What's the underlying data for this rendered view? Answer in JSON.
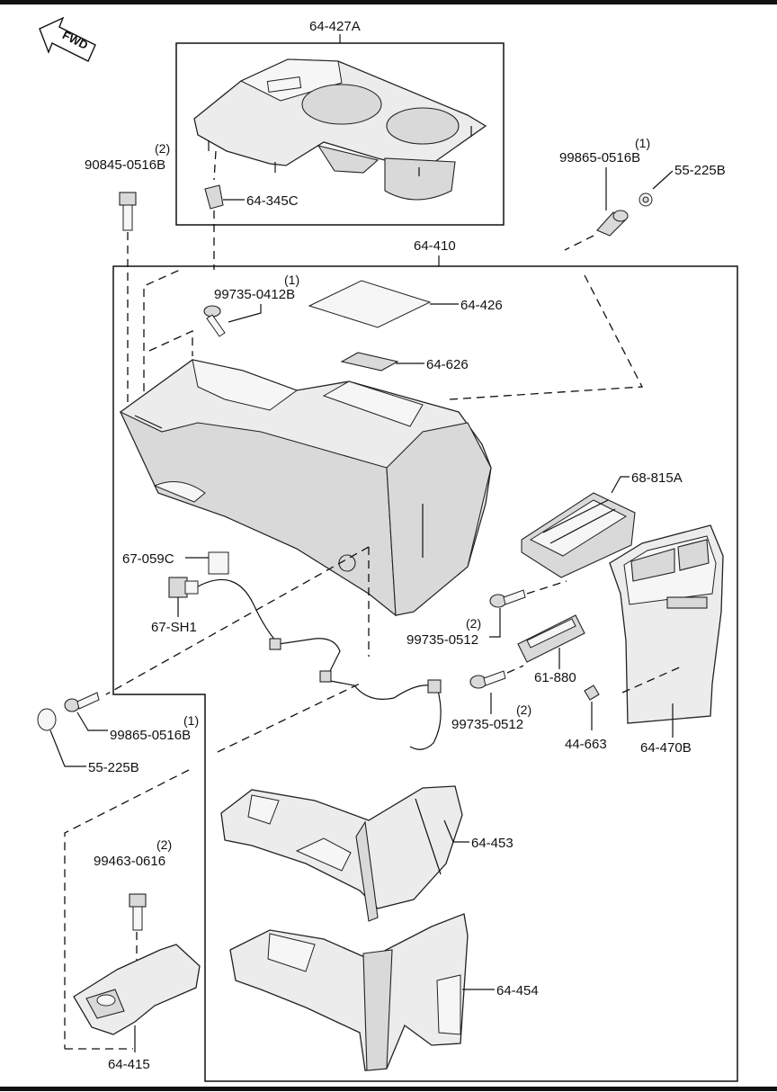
{
  "orientation": {
    "label": "FWD",
    "icon": "forward-arrow-icon"
  },
  "parts": {
    "p64_427A": "64-427A",
    "p64_345C": "64-345C",
    "p90845": "90845-0516B",
    "p90845_qty": "(2)",
    "p99865_top": "99865-0516B",
    "p99865_top_qty": "(1)",
    "p55_225B_top": "55-225B",
    "p64_410": "64-410",
    "p99735_0412B": "99735-0412B",
    "p99735_0412B_qty": "(1)",
    "p64_426": "64-426",
    "p64_626": "64-626",
    "p68_815A": "68-815A",
    "p67_059C": "67-059C",
    "p67_SH1": "67-SH1",
    "p99735_0512_a": "99735-0512",
    "p99735_0512_a_qty": "(2)",
    "p61_880": "61-880",
    "p99735_0512_b": "99735-0512",
    "p99735_0512_b_qty": "(2)",
    "p44_663": "44-663",
    "p64_470B": "64-470B",
    "p99865_left": "99865-0516B",
    "p99865_left_qty": "(1)",
    "p55_225B_left": "55-225B",
    "p64_453": "64-453",
    "p99463": "99463-0616",
    "p99463_qty": "(2)",
    "p64_454": "64-454",
    "p64_415": "64-415"
  }
}
